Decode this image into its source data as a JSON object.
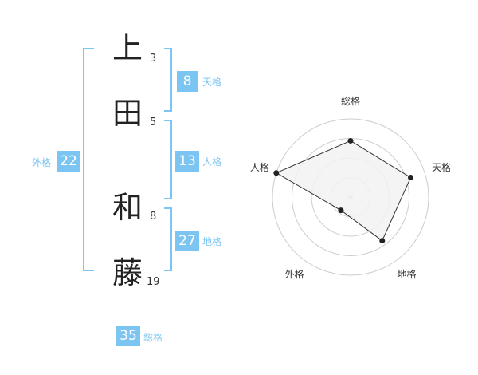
{
  "name": {
    "chars": [
      {
        "char": "上",
        "strokes": "3"
      },
      {
        "char": "田",
        "strokes": "5"
      },
      {
        "char": "和",
        "strokes": "8"
      },
      {
        "char": "藤",
        "strokes": "19"
      }
    ]
  },
  "kakusu": {
    "tenkaku": {
      "value": "8",
      "label": "天格"
    },
    "jinkaku": {
      "value": "13",
      "label": "人格"
    },
    "chikaku": {
      "value": "27",
      "label": "地格"
    },
    "gaikaku": {
      "value": "22",
      "label": "外格"
    },
    "soukaku": {
      "value": "35",
      "label": "総格"
    }
  },
  "colors": {
    "accent": "#7cc5f2",
    "grid": "#cccccc",
    "fill": "#f2f2f2"
  },
  "chart_data": {
    "type": "radar",
    "axes": [
      "総格",
      "天格",
      "地格",
      "外格",
      "人格"
    ],
    "values": [
      0.72,
      0.81,
      0.69,
      0.21,
      1.0
    ],
    "rmax": 1.0,
    "rings": 4
  }
}
